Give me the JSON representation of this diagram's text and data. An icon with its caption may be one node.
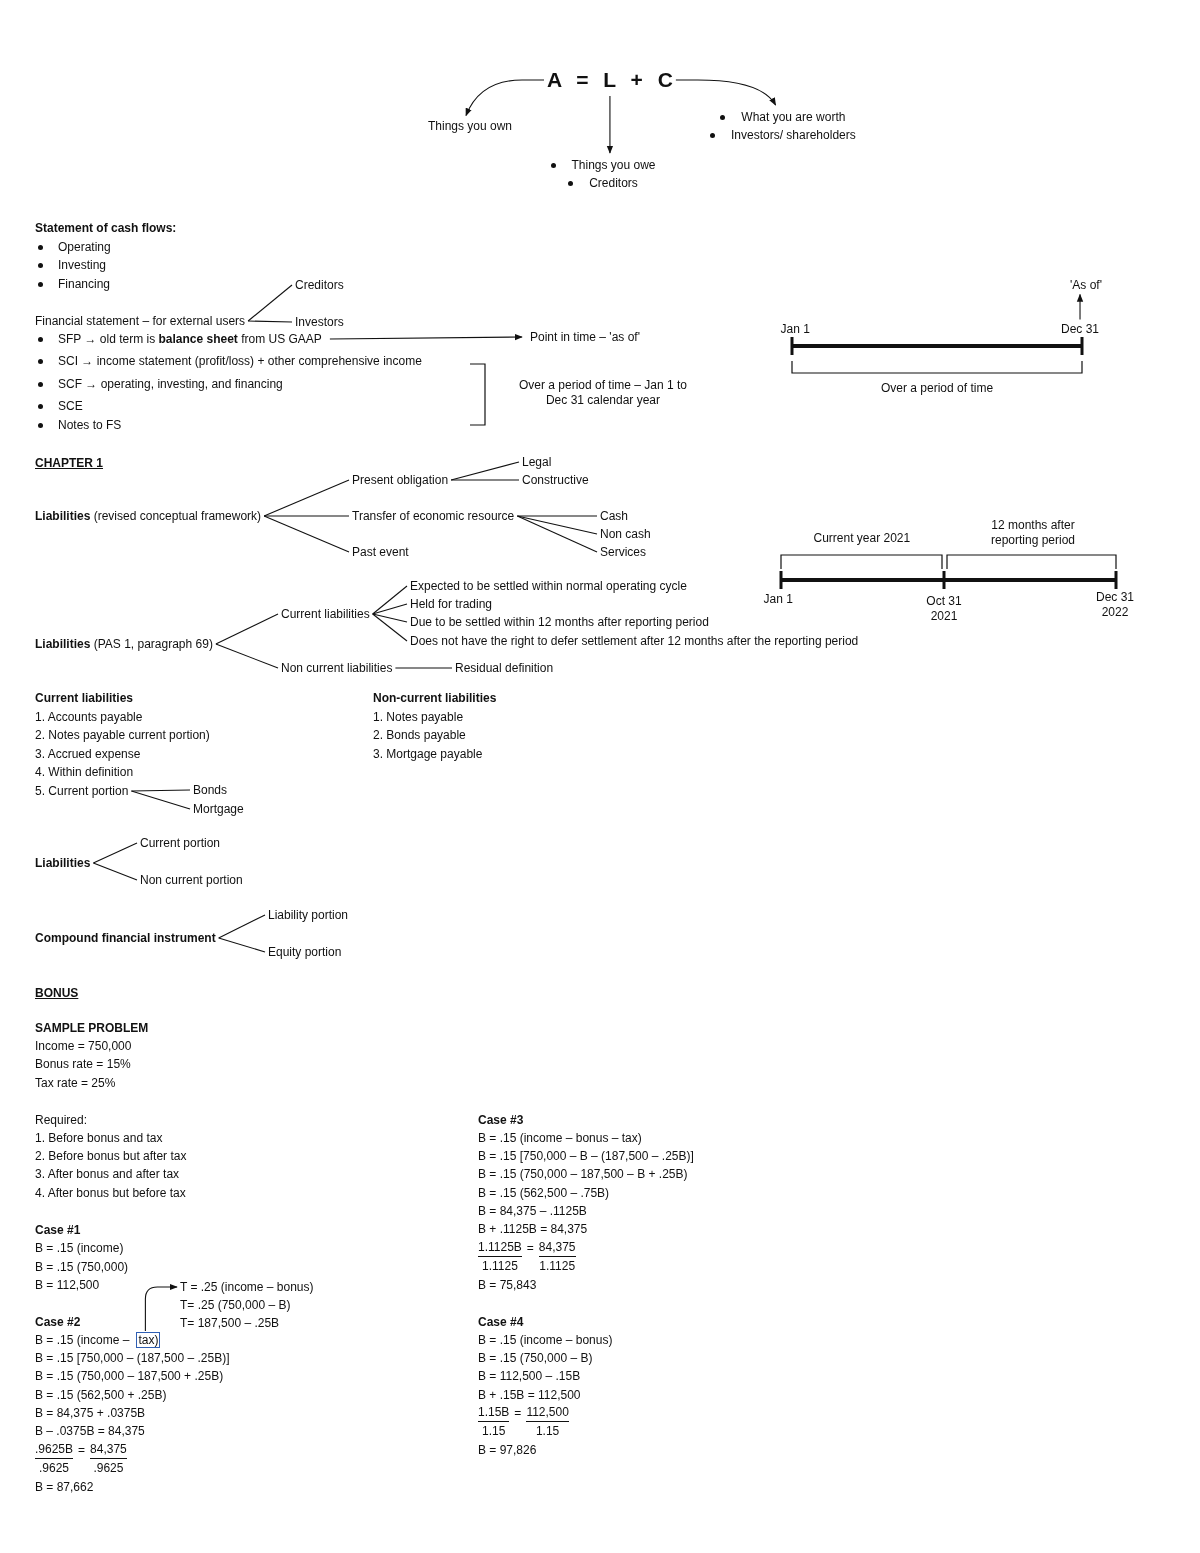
{
  "diagram": {
    "nodes": [
      {
        "text": [
          "A = L + C"
        ]
      },
      {
        "text": [
          "Things you own"
        ]
      },
      {
        "text": [
          "Things you owe",
          "Creditors"
        ]
      },
      {
        "text": [
          "What you are worth",
          "Investors/ shareholders"
        ]
      },
      {
        "text": [
          "Financial statement – for external users"
        ]
      },
      {
        "text": [
          "Creditors"
        ]
      },
      {
        "text": [
          "Investors"
        ]
      },
      {
        "text": [
          "SFP → old term is **balance sheet** from US GAAP"
        ]
      },
      {
        "text": [
          "Point in time – 'as of'"
        ]
      },
      {
        "text": [
          "'As of'"
        ]
      },
      {
        "text": [
          "Dec 31"
        ]
      },
      {
        "text": [
          "**Liabilities** (revised conceptual framework)"
        ]
      },
      {
        "text": [
          "Present obligation"
        ]
      },
      {
        "text": [
          "Legal"
        ]
      },
      {
        "text": [
          "Constructive"
        ]
      },
      {
        "text": [
          "Transfer of economic resource"
        ]
      },
      {
        "text": [
          "Cash"
        ]
      },
      {
        "text": [
          "Non cash"
        ]
      },
      {
        "text": [
          "Services"
        ]
      },
      {
        "text": [
          "Past event"
        ]
      },
      {
        "text": [
          "**Liabilities** (PAS 1, paragraph 69)"
        ]
      },
      {
        "text": [
          "Current liabilities"
        ]
      },
      {
        "text": [
          "Expected to be settled within normal operating cycle"
        ]
      },
      {
        "text": [
          "Held for trading"
        ]
      },
      {
        "text": [
          "Due to be settled within 12 months after reporting period"
        ]
      },
      {
        "text": [
          "Does not have the right to defer settlement after 12 months after the reporting period"
        ]
      },
      {
        "text": [
          "Non current liabilities"
        ]
      },
      {
        "text": [
          "Residual definition"
        ]
      },
      {
        "text": [
          "5. Current portion"
        ]
      },
      {
        "text": [
          "Bonds"
        ]
      },
      {
        "text": [
          "Mortgage"
        ]
      },
      {
        "text": [
          "Liabilities"
        ]
      },
      {
        "text": [
          "Current portion"
        ]
      },
      {
        "text": [
          "Non current portion"
        ]
      },
      {
        "text": [
          "Compound financial instrument"
        ]
      },
      {
        "text": [
          "Liability portion"
        ]
      },
      {
        "text": [
          "Equity portion"
        ]
      },
      {
        "text": [
          "T = .25 (income – bonus)"
        ]
      },
      {
        "text": [
          "tax)"
        ]
      }
    ],
    "edges": [
      {
        "from": 0,
        "to": 1,
        "arrow": "to"
      },
      {
        "from": 0,
        "to": 2,
        "arrow": "to"
      },
      {
        "from": 0,
        "to": 3,
        "arrow": "to"
      },
      {
        "from": 4,
        "to": 5,
        "arrow": "none"
      },
      {
        "from": 4,
        "to": 6,
        "arrow": "none"
      },
      {
        "from": 7,
        "to": 8,
        "arrow": "to"
      },
      {
        "from": 10,
        "to": 9,
        "arrow": "to"
      },
      {
        "from": 11,
        "to": 12,
        "arrow": "none"
      },
      {
        "from": 11,
        "to": 15,
        "arrow": "none"
      },
      {
        "from": 11,
        "to": 19,
        "arrow": "none"
      },
      {
        "from": 12,
        "to": 13,
        "arrow": "none"
      },
      {
        "from": 12,
        "to": 14,
        "arrow": "none"
      },
      {
        "from": 15,
        "to": 16,
        "arrow": "none"
      },
      {
        "from": 15,
        "to": 17,
        "arrow": "none"
      },
      {
        "from": 15,
        "to": 18,
        "arrow": "none"
      },
      {
        "from": 20,
        "to": 21,
        "arrow": "none"
      },
      {
        "from": 20,
        "to": 26,
        "arrow": "none"
      },
      {
        "from": 21,
        "to": 22,
        "arrow": "none"
      },
      {
        "from": 21,
        "to": 23,
        "arrow": "none"
      },
      {
        "from": 21,
        "to": 24,
        "arrow": "none"
      },
      {
        "from": 21,
        "to": 25,
        "arrow": "none"
      },
      {
        "from": 26,
        "to": 27,
        "arrow": "none"
      },
      {
        "from": 28,
        "to": 29,
        "arrow": "none"
      },
      {
        "from": 28,
        "to": 30,
        "arrow": "none"
      },
      {
        "from": 31,
        "to": 32,
        "arrow": "none"
      },
      {
        "from": 31,
        "to": 33,
        "arrow": "none"
      },
      {
        "from": 34,
        "to": 35,
        "arrow": "none"
      },
      {
        "from": 34,
        "to": 36,
        "arrow": "none"
      },
      {
        "from": 38,
        "to": 37,
        "arrow": "to"
      }
    ],
    "labels": [
      "Statement of cash flows:",
      "Operating",
      "Investing",
      "Financing",
      "SCI → income statement (profit/loss) + other comprehensive income",
      "SCF → operating, investing, and financing",
      "SCE",
      "Notes to FS",
      "Over a period of time – Jan 1 to Dec 31 calendar year",
      "Jan 1",
      "Over a period of time",
      "CHAPTER 1",
      "Current year 2021",
      "12 months after reporting period",
      "Jan 1",
      "Oct 31 2021",
      "Dec 31 2022",
      "Current liabilities",
      "1. Accounts payable",
      "2. Notes payable current portion)",
      "3. Accrued expense",
      "4. Within definition",
      "Non-current liabilities",
      "1. Notes payable",
      "2. Bonds payable",
      "3. Mortgage payable",
      "BONUS",
      "SAMPLE PROBLEM",
      "Income = 750,000",
      "Bonus rate = 15%",
      "Tax rate = 25%",
      "Required:",
      "1. Before bonus and tax",
      "2. Before bonus but after tax",
      "3. After bonus and after tax",
      "4. After bonus but before tax",
      "Case #1",
      "B = .15 (income)",
      "B = .15 (750,000)",
      "B = 112,500",
      "T= .25 (750,000 – B)",
      "Case #2",
      "T= 187,500 – .25B",
      "B = .15 (income –",
      "B = .15 [750,000 – (187,500 – .25B)]",
      "B = .15 (750,000 – 187,500 + .25B)",
      "B = .15 (562,500 + .25B)",
      "B = 84,375 + .0375B",
      "B – .0375B = 84,375",
      ".9625B",
      "=",
      "84,375",
      ".9625",
      ".9625",
      "B = 87,662",
      "Case #3",
      "B = .15 (income – bonus – tax)",
      "B = .15 [750,000 – B – (187,500 – .25B)]",
      "B = .15 (750,000 – 187,500 – B + .25B)",
      "B = .15 (562,500 – .75B)",
      "B = 84,375 – .1125B",
      "B + .1125B = 84,375",
      "1.1125B",
      "=",
      "84,375",
      "1.1125",
      "1.1125",
      "B = 75,843",
      "Case #4",
      "B = .15 (income – bonus)",
      "B = .15 (750,000 – B)",
      "B = 112,500 – .15B",
      "B + .15B = 112,500",
      "1.15B",
      "=",
      "112,500",
      "1.15",
      "1.15",
      "B = 97,826"
    ]
  }
}
